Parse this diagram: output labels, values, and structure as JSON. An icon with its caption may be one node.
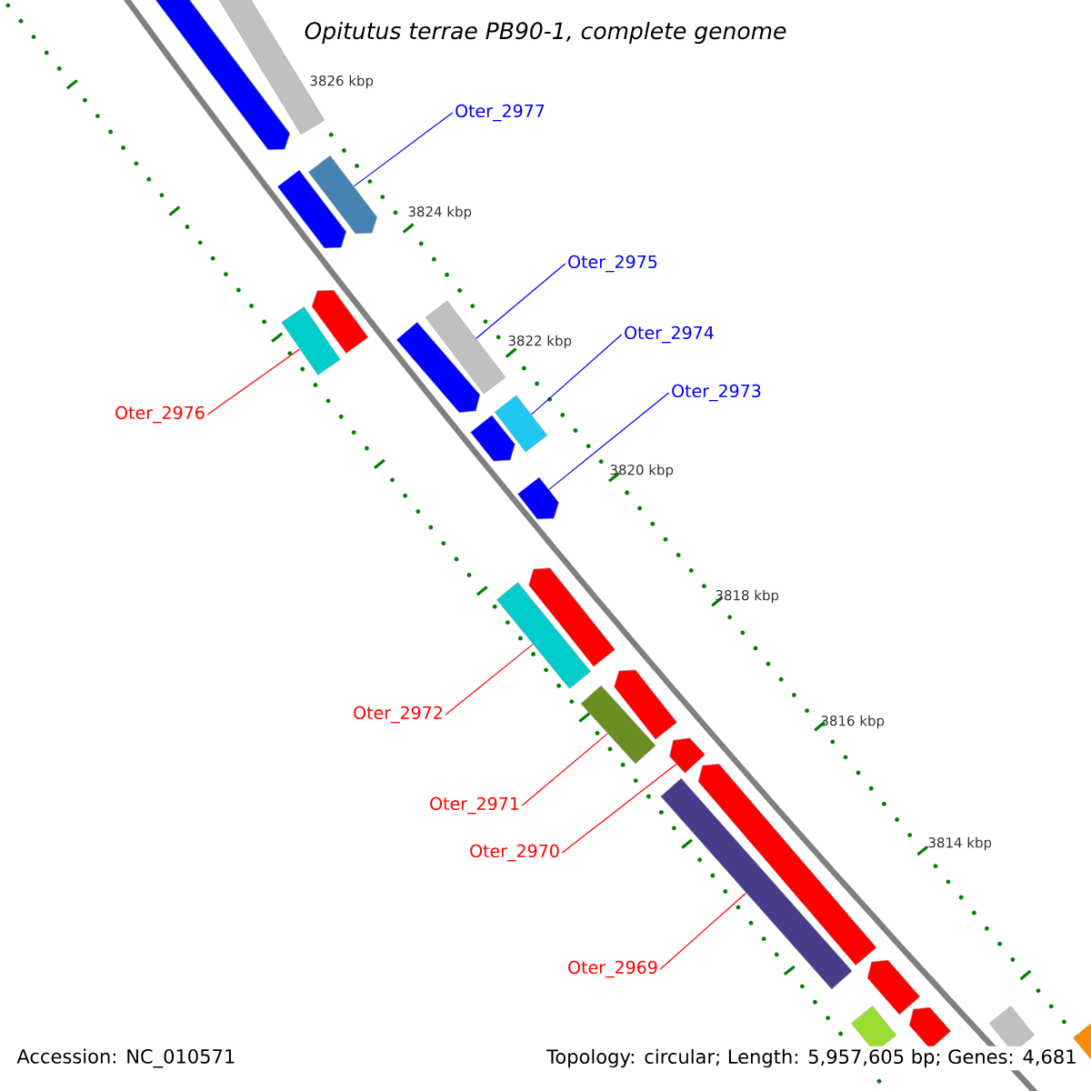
{
  "diagram": {
    "title": "Opitutus terrae PB90-1, complete genome",
    "nodes": [
      {
        "text": [],
        "shape": "arrow"
      },
      {
        "text": [],
        "shape": "bar"
      },
      {
        "text": [],
        "shape": "arrow"
      },
      {
        "text": [],
        "shape": "arrow"
      },
      {
        "text": [],
        "shape": "arrow"
      },
      {
        "text": [],
        "shape": "bar"
      },
      {
        "text": [],
        "shape": "arrow"
      },
      {
        "text": [],
        "shape": "bar"
      },
      {
        "text": [],
        "shape": "arrow"
      },
      {
        "text": [],
        "shape": "bar"
      },
      {
        "text": [],
        "shape": "arrow"
      },
      {
        "text": [],
        "shape": "arrow"
      },
      {
        "text": [],
        "shape": "bar"
      },
      {
        "text": [],
        "shape": "arrow"
      },
      {
        "text": [],
        "shape": "bar"
      },
      {
        "text": [],
        "shape": "arrow"
      },
      {
        "text": [],
        "shape": "arrow"
      },
      {
        "text": [],
        "shape": "bar"
      },
      {
        "text": [],
        "shape": "arrow"
      },
      {
        "text": [],
        "shape": "arrow"
      },
      {
        "text": [],
        "shape": "bar"
      },
      {
        "text": [],
        "shape": "bar"
      },
      {
        "text": [],
        "shape": "bar"
      },
      {
        "text": [
          "Oter_2977"
        ]
      },
      {
        "text": [
          "Oter_2975"
        ]
      },
      {
        "text": [
          "Oter_2974"
        ]
      },
      {
        "text": [
          "Oter_2973"
        ]
      },
      {
        "text": [
          "Oter_2976"
        ]
      },
      {
        "text": [
          "Oter_2972"
        ]
      },
      {
        "text": [
          "Oter_2971"
        ]
      },
      {
        "text": [
          "Oter_2970"
        ]
      },
      {
        "text": [
          "Oter_2969"
        ]
      }
    ],
    "edges": [
      {
        "from": 23,
        "to": 3,
        "arrow": "none",
        "color": "#0000ff"
      },
      {
        "from": 24,
        "to": 5,
        "arrow": "none",
        "color": "#0000ff"
      },
      {
        "from": 25,
        "to": 7,
        "arrow": "none",
        "color": "#0000ff"
      },
      {
        "from": 26,
        "to": 8,
        "arrow": "none",
        "color": "#0000ff"
      },
      {
        "from": 27,
        "to": 9,
        "arrow": "none"
      },
      {
        "from": 28,
        "to": 12,
        "arrow": "none"
      },
      {
        "from": 29,
        "to": 14,
        "arrow": "none"
      },
      {
        "from": 30,
        "to": 15,
        "arrow": "none"
      },
      {
        "from": 31,
        "to": 17,
        "arrow": "none"
      }
    ],
    "labels": [
      "3826 kbp",
      "3824 kbp",
      "3822 kbp",
      "3820 kbp",
      "3818 kbp",
      "3816 kbp",
      "3814 kbp",
      "Accession: NC_010571",
      "Topology: circular; Length: 5,957,605 bp; Genes: 4,681"
    ]
  }
}
